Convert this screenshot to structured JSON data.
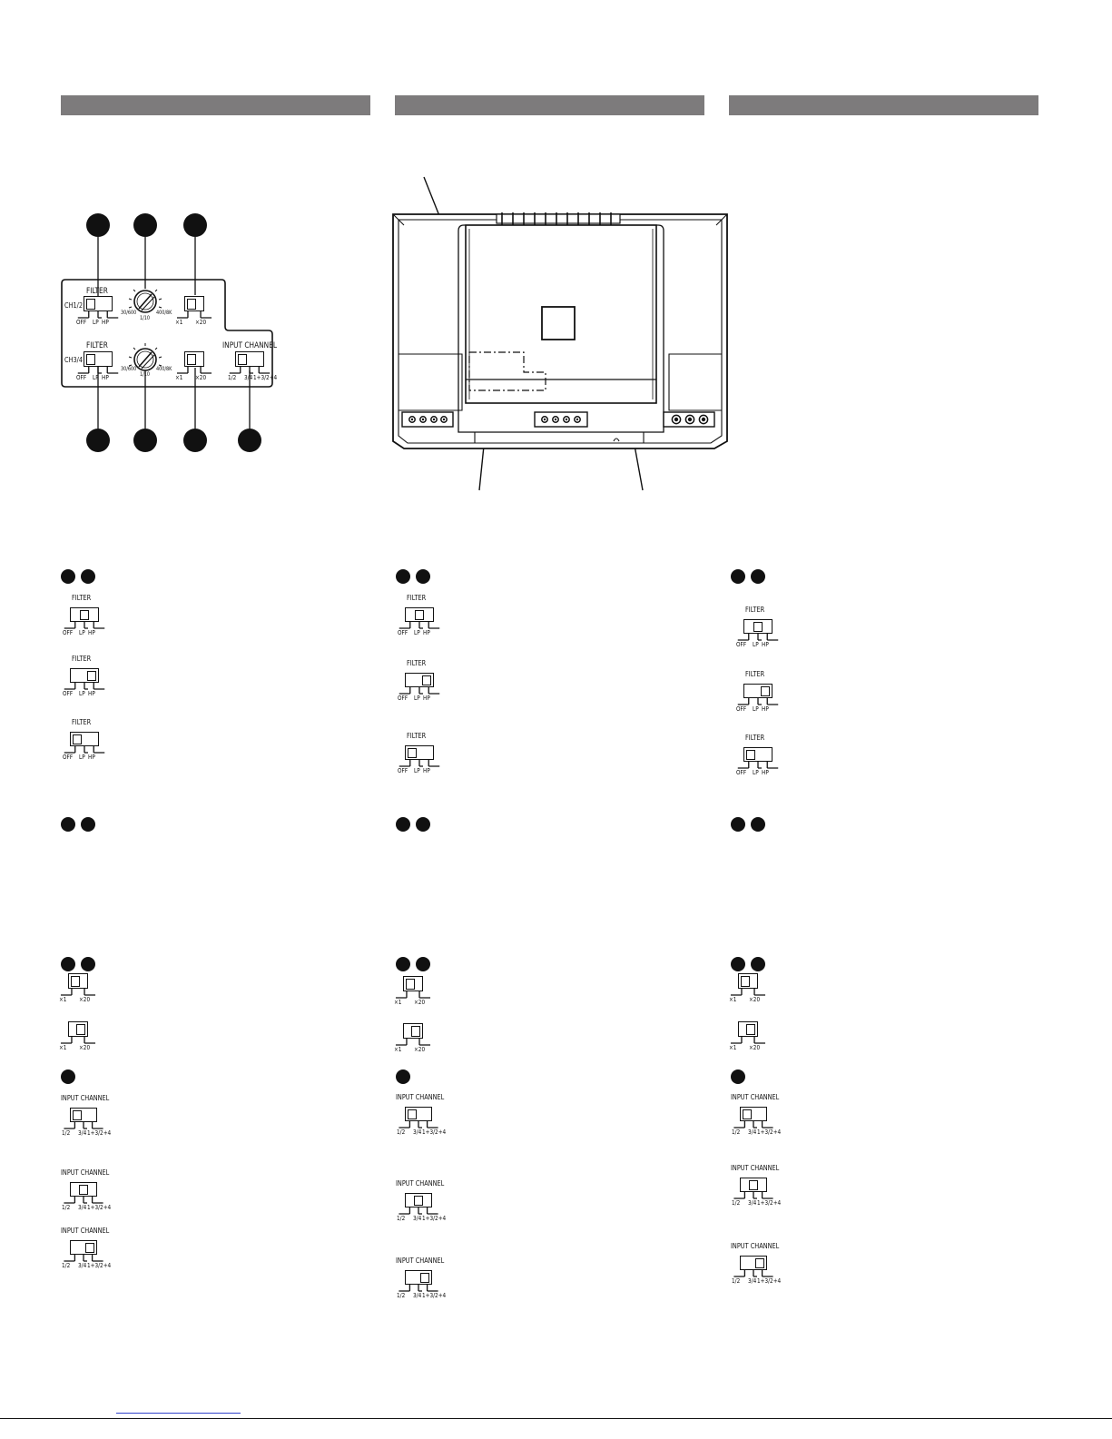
{
  "colors": {
    "header_bar": "#7d7b7c",
    "ink": "#111111",
    "link": "#3344cc"
  },
  "panel": {
    "filter_label": "FILTER",
    "ch12_label": "CH1/2",
    "ch34_label": "CH3/4",
    "filter_positions": [
      "OFF",
      "LP",
      "HP"
    ],
    "gain_positions": [
      "×1",
      "×20"
    ],
    "input_channel_label": "INPUT CHANNEL",
    "input_positions": [
      "1/2",
      "3/4",
      "1+3/2+4"
    ],
    "dial_left": "30/600",
    "dial_center": "1/10",
    "dial_right": "400/8K"
  },
  "columns": [
    {
      "filter": [
        1,
        2,
        0
      ],
      "gain": [
        0,
        1
      ],
      "input": [
        0,
        1,
        2
      ]
    },
    {
      "filter": [
        1,
        2,
        0
      ],
      "gain": [
        0,
        1
      ],
      "input": [
        0,
        1,
        2
      ]
    },
    {
      "filter": [
        1,
        2,
        0
      ],
      "gain": [
        0,
        1
      ],
      "input": [
        0,
        1,
        2
      ]
    }
  ]
}
